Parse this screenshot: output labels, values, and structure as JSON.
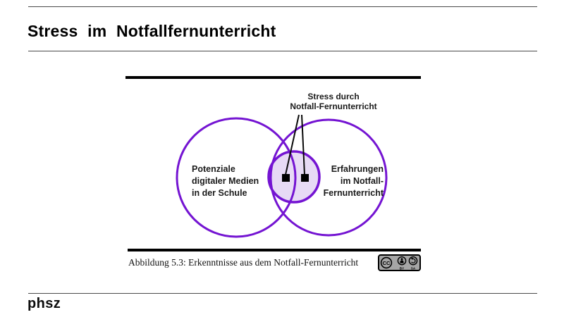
{
  "header": {
    "title": "Stress im Notfallfernunterricht"
  },
  "venn": {
    "annotation": [
      "Stress durch",
      "Notfall-Fernunterricht"
    ],
    "left_label": [
      "Potenziale",
      "digitaler Medien",
      "in der Schule"
    ],
    "right_label": [
      "Erfahrungen",
      "im Notfall-",
      "Fernunterricht"
    ]
  },
  "caption": "Abbildung 5.3: Erkenntnisse aus dem Notfall-Fernunterricht",
  "license": {
    "cc": "CC",
    "by": "BY",
    "sa": "SA"
  },
  "footer": {
    "logo": "phsz"
  },
  "colors": {
    "circle_stroke": "#7414d2",
    "intersection_fill": "#e7daf5",
    "connector": "#0a0a0a",
    "rule": "#4a4a4a",
    "badge_bg": "#a6a6a6"
  }
}
